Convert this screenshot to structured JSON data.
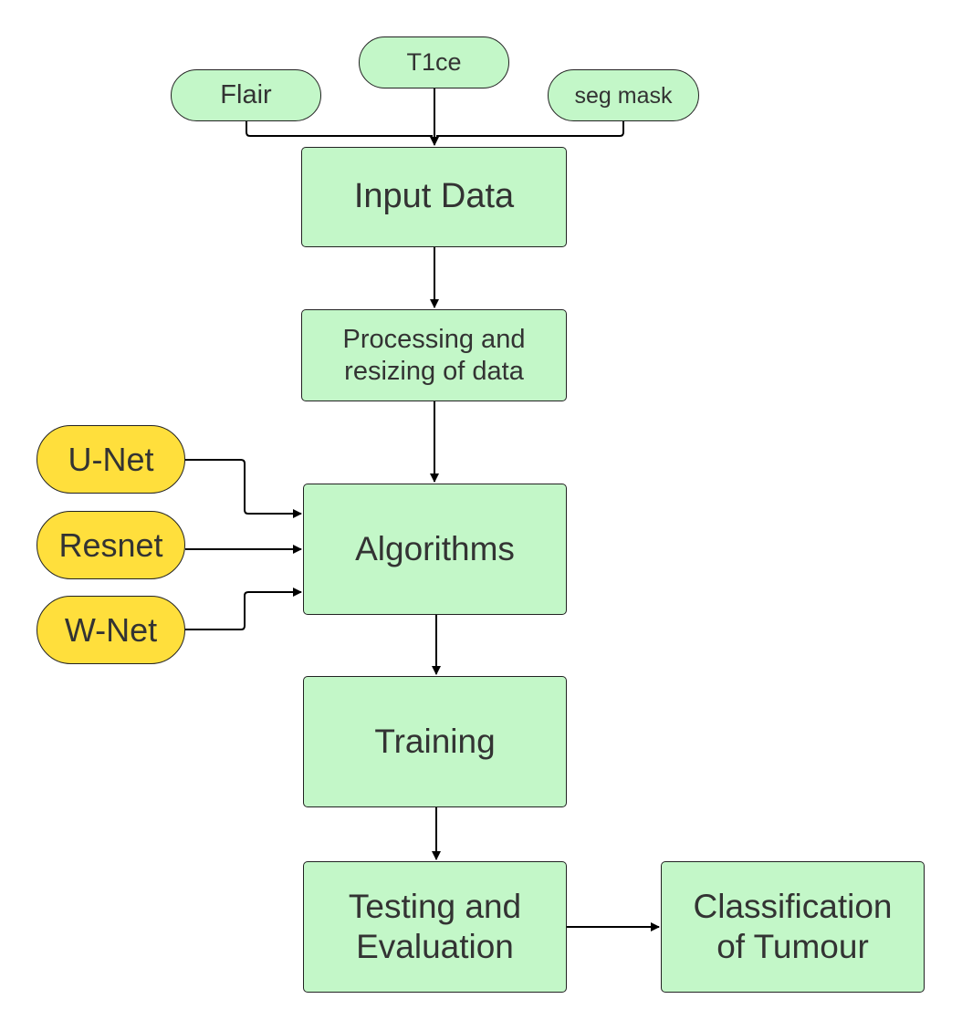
{
  "diagram": {
    "inputs": {
      "flair": "Flair",
      "t1ce": "T1ce",
      "seg_mask": "seg mask"
    },
    "steps": {
      "input_data": "Input Data",
      "processing": "Processing and\nresizing of data",
      "algorithms": "Algorithms",
      "training": "Training",
      "testing": "Testing and\nEvaluation",
      "classification": "Classification\nof Tumour"
    },
    "models": {
      "unet": "U-Net",
      "resnet": "Resnet",
      "wnet": "W-Net"
    }
  },
  "colors": {
    "step_fill": "#c3f7c8",
    "model_fill": "#ffdf3c",
    "stroke": "#000000",
    "text": "#333333"
  }
}
